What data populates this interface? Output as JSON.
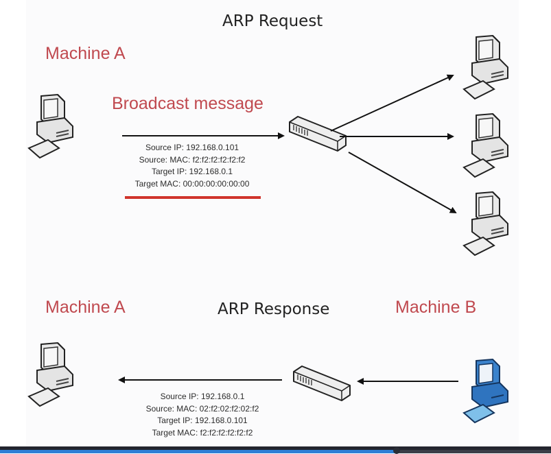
{
  "request": {
    "title": "ARP Request",
    "sender_label": "Machine A",
    "broadcast_label": "Broadcast message",
    "packet": [
      "Source IP: 192.168.0.101",
      "Source: MAC: f2:f2:f2:f2:f2:f2",
      "Target IP: 192.168.0.1",
      "Target MAC: 00:00:00:00:00:00"
    ],
    "highlight_color": "#d0342c"
  },
  "response": {
    "title": "ARP Response",
    "receiver_label": "Machine A",
    "sender_label": "Machine B",
    "packet": [
      "Source IP: 192.168.0.1",
      "Source: MAC: 02:f2:02:f2:02:f2",
      "Target IP: 192.168.0.101",
      "Target MAC:  f2:f2:f2:f2:f2:f2"
    ]
  },
  "icons": {
    "computer": "computer-icon",
    "switch": "network-switch-icon",
    "highlight_computer_color": "#2f78c4"
  },
  "player": {
    "progress_percent": 72
  }
}
